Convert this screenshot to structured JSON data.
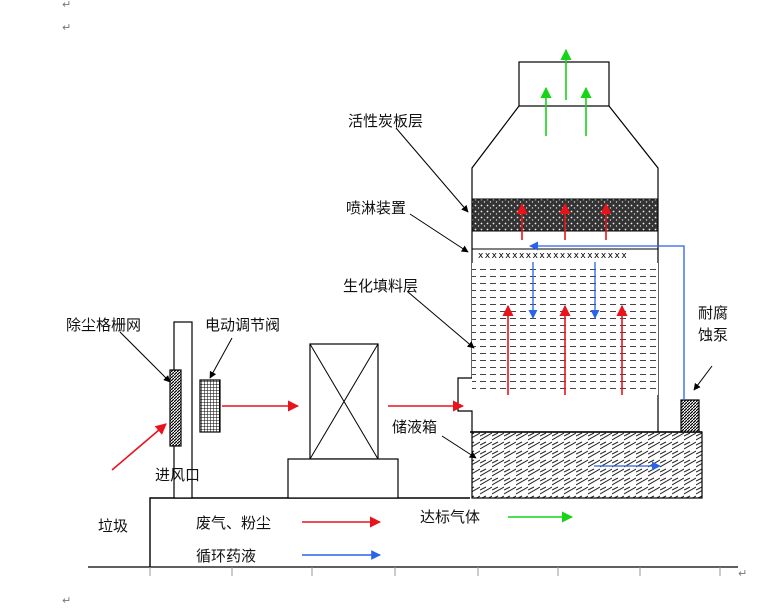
{
  "labels": {
    "carbon_layer": "活性炭板层",
    "spray_device": "喷淋装置",
    "bio_packing": "生化填料层",
    "dust_grille": "除尘格栅网",
    "electric_valve": "电动调节阀",
    "pump_line1": "耐腐",
    "pump_line2": "蚀泵",
    "storage_tank": "储液箱",
    "inlet": "进风口",
    "garbage": "垃圾"
  },
  "legend": {
    "waste_gas": "废气、粉尘",
    "clean_gas": "达标气体",
    "circulating": "循环药液"
  },
  "paragraph_marks": [
    "↵",
    "↵",
    "↵",
    "↵"
  ],
  "colors": {
    "waste_gas": "#e8141c",
    "clean_gas": "#18d418",
    "circulating": "#2a62e8",
    "line": "#000000"
  }
}
